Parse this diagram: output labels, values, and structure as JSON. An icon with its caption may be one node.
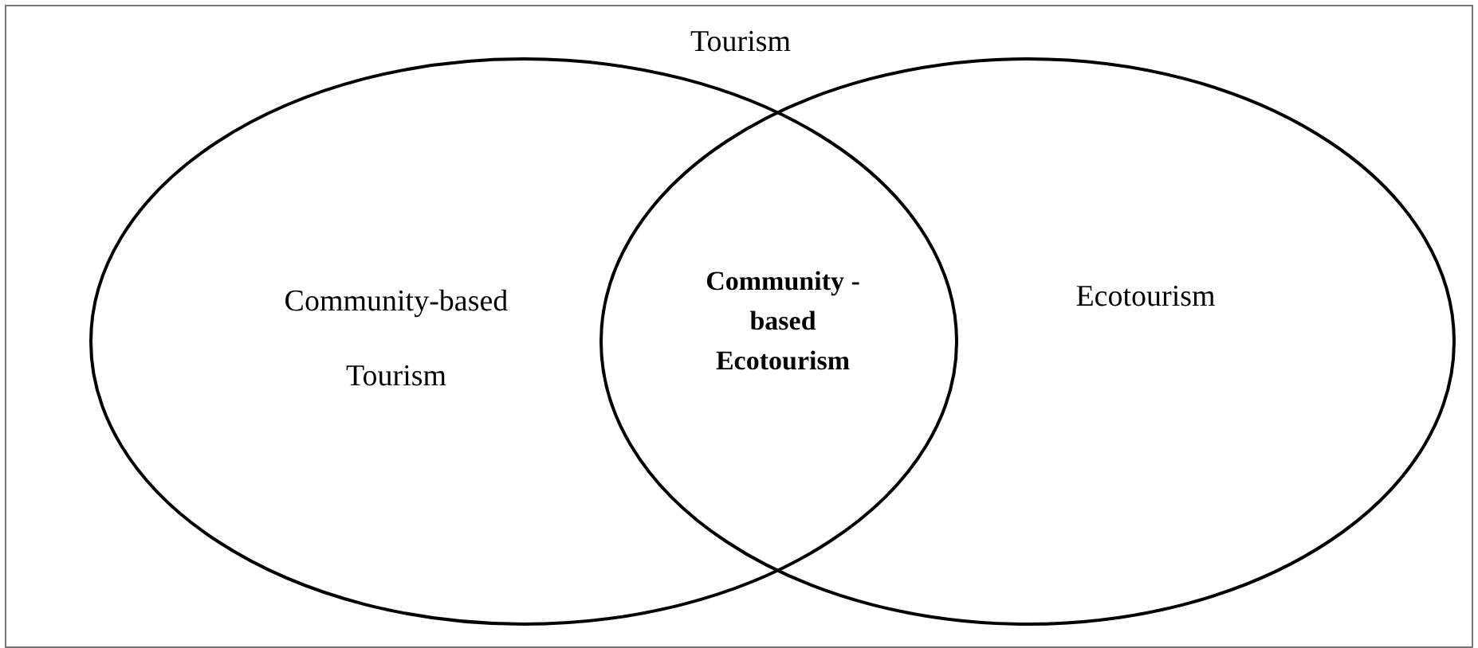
{
  "diagram": {
    "nodes": [
      {
        "text": [
          "Tourism"
        ]
      },
      {
        "text": [
          "Community-based Tourism"
        ],
        "in": 0
      },
      {
        "text": [
          "Ecotourism"
        ],
        "in": 0
      }
    ],
    "edges": [],
    "labels": [
      "Community -based Ecotourism"
    ]
  }
}
